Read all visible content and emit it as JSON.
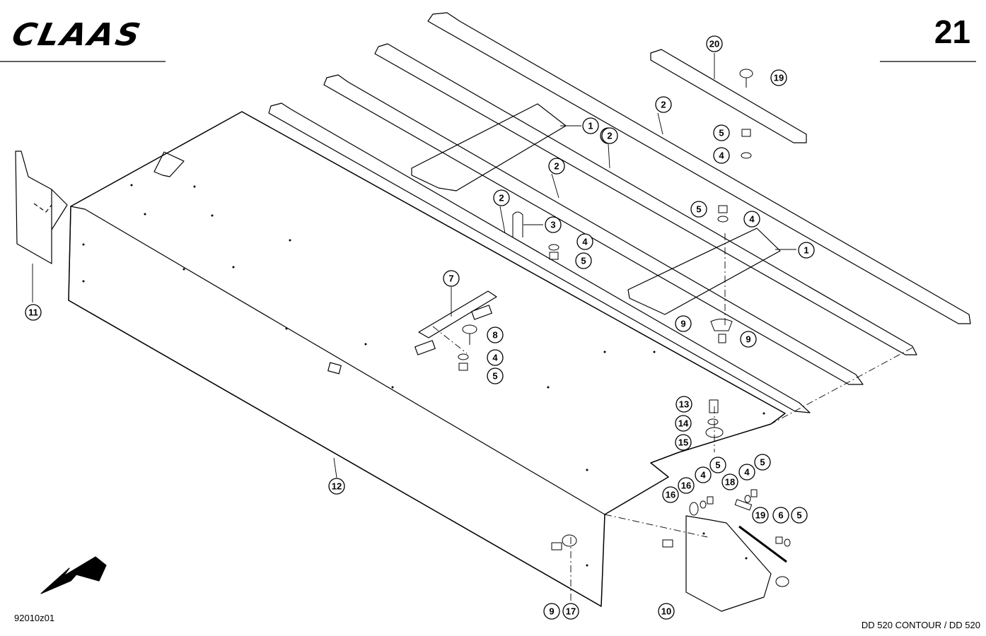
{
  "header": {
    "brand": "CLAAS",
    "page_number": "21"
  },
  "footer": {
    "drawing_code": "92010z01",
    "model": "DD 520 CONTOUR / DD 520"
  },
  "callouts": [
    "1",
    "1",
    "2",
    "2",
    "2",
    "2",
    "2",
    "3",
    "4",
    "4",
    "4",
    "4",
    "4",
    "4",
    "5",
    "5",
    "5",
    "5",
    "5",
    "5",
    "5",
    "6",
    "7",
    "8",
    "9",
    "9",
    "9",
    "10",
    "11",
    "12",
    "13",
    "14",
    "15",
    "16",
    "16",
    "17",
    "18",
    "19",
    "19",
    "20"
  ]
}
